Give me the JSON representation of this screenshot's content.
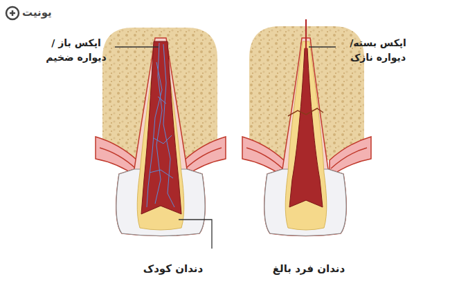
{
  "diagram": {
    "labels": [
      "یونیت",
      "اپکس باز / دیواره ضخیم",
      "اپکس بسته/ دیواره نازک",
      "دندان کودک",
      "دندان فرد بالغ"
    ]
  }
}
